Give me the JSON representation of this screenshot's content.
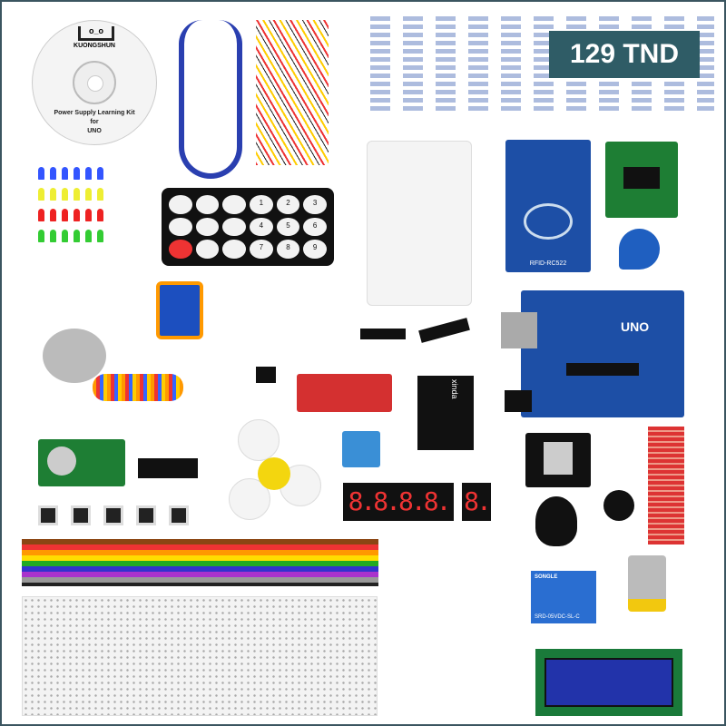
{
  "price_badge": {
    "text": "129 TND",
    "color": "#2f5c66"
  },
  "cd": {
    "brand": "KUONGSHUN",
    "line1": "Power Supply Learning Kit",
    "line2": "for",
    "line3": "UNO"
  },
  "remote_keys": [
    "",
    "",
    "",
    "1",
    "2",
    "3",
    "",
    "",
    "",
    "4",
    "5",
    "6",
    "",
    "",
    "",
    "7",
    "8",
    "9"
  ],
  "rfid": {
    "label": "RFID-RC522"
  },
  "uno_board": {
    "label": "UNO"
  },
  "display4": {
    "text": "8.8.8.8."
  },
  "display1": {
    "text": "8."
  },
  "rgb_module": {
    "label": "xinda"
  },
  "relay": {
    "brand": "SONGLE",
    "model": "SRD-05VDC-SL-C"
  }
}
